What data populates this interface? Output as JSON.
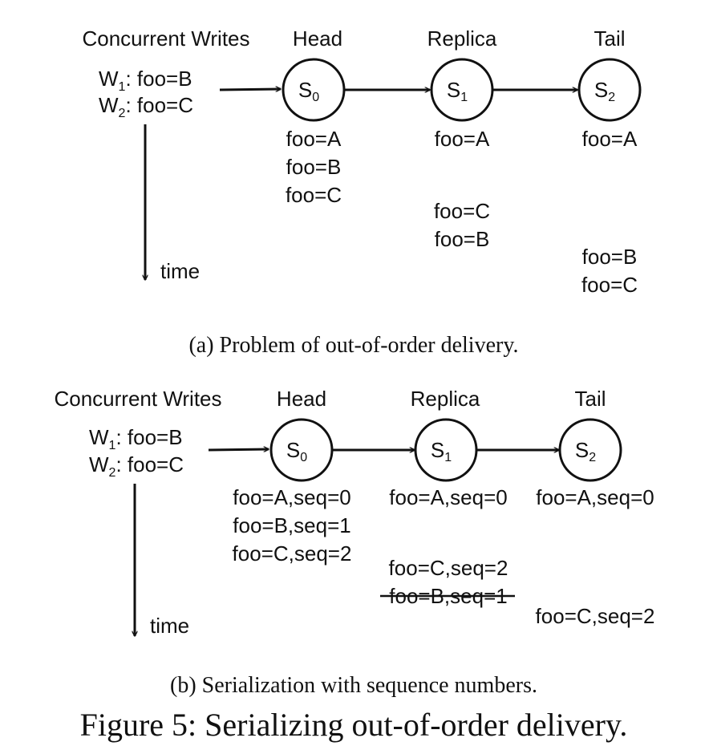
{
  "panel_a": {
    "header_writes": "Concurrent Writes",
    "header_head": "Head",
    "header_replica": "Replica",
    "header_tail": "Tail",
    "w1": {
      "name": "W",
      "sub": "1",
      "rest": ": foo=B"
    },
    "w2": {
      "name": "W",
      "sub": "2",
      "rest": ": foo=C"
    },
    "node_head": {
      "name": "S",
      "sub": "0"
    },
    "node_replica": {
      "name": "S",
      "sub": "1"
    },
    "node_tail": {
      "name": "S",
      "sub": "2"
    },
    "time_label": "time",
    "head_states": [
      "foo=A",
      "foo=B",
      "foo=C"
    ],
    "replica_states": [
      "foo=A",
      "foo=C",
      "foo=B"
    ],
    "tail_states": [
      "foo=A",
      "foo=B",
      "foo=C"
    ],
    "caption": "(a)  Problem of out-of-order delivery."
  },
  "panel_b": {
    "header_writes": "Concurrent Writes",
    "header_head": "Head",
    "header_replica": "Replica",
    "header_tail": "Tail",
    "w1": {
      "name": "W",
      "sub": "1",
      "rest": ": foo=B"
    },
    "w2": {
      "name": "W",
      "sub": "2",
      "rest": ": foo=C"
    },
    "node_head": {
      "name": "S",
      "sub": "0"
    },
    "node_replica": {
      "name": "S",
      "sub": "1"
    },
    "node_tail": {
      "name": "S",
      "sub": "2"
    },
    "time_label": "time",
    "head_states": [
      "foo=A,seq=0",
      "foo=B,seq=1",
      "foo=C,seq=2"
    ],
    "replica_states": [
      "foo=A,seq=0",
      "foo=C,seq=2",
      "foo=B,seq=1"
    ],
    "replica_struck_index": 2,
    "tail_states": [
      "foo=A,seq=0",
      "foo=C,seq=2"
    ],
    "caption": "(b)  Serialization with sequence numbers."
  },
  "figure_caption": "Figure 5: Serializing out-of-order delivery."
}
